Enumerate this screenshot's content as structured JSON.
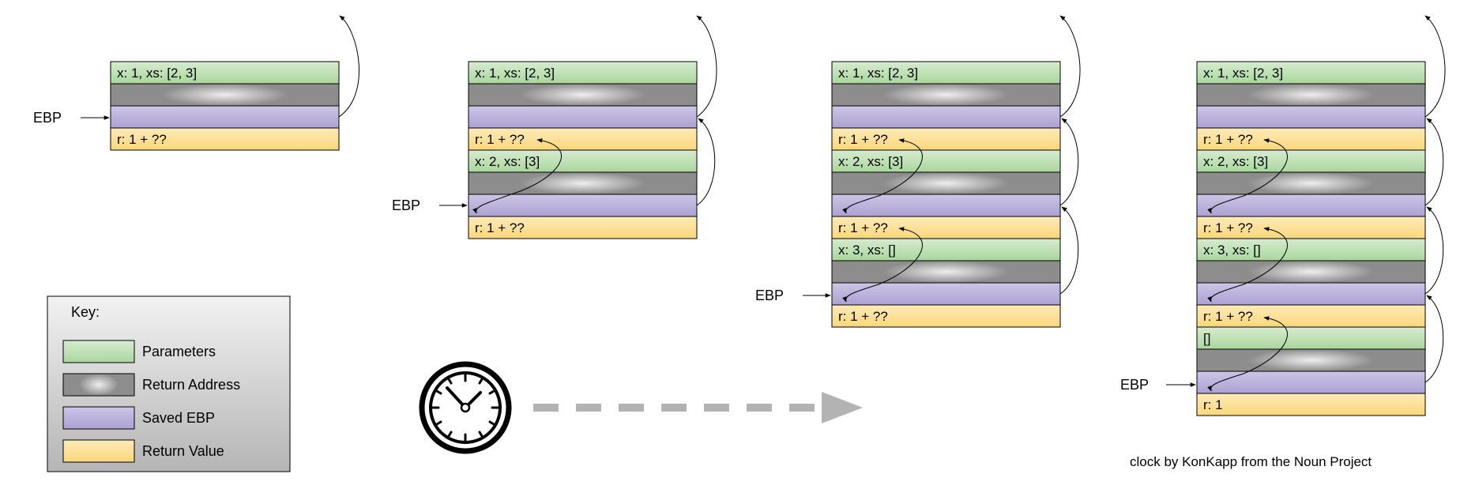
{
  "stacks": [
    {
      "ebp_label": "EBP",
      "frames": [
        {
          "param": "x: 1, xs: [2, 3]",
          "ret": "r: 1 + ??"
        }
      ]
    },
    {
      "ebp_label": "EBP",
      "frames": [
        {
          "param": "x: 1, xs: [2, 3]",
          "ret": "r: 1 + ??"
        },
        {
          "param": "x: 2, xs: [3]",
          "ret": "r: 1 + ??"
        }
      ]
    },
    {
      "ebp_label": "EBP",
      "frames": [
        {
          "param": "x: 1, xs: [2, 3]",
          "ret": "r: 1 + ??"
        },
        {
          "param": "x: 2, xs: [3]",
          "ret": "r: 1 + ??"
        },
        {
          "param": "x: 3, xs: []",
          "ret": "r: 1 + ??"
        }
      ]
    },
    {
      "ebp_label": "EBP",
      "frames": [
        {
          "param": "x: 1, xs: [2, 3]",
          "ret": "r: 1 + ??"
        },
        {
          "param": "x: 2, xs: [3]",
          "ret": "r: 1 + ??"
        },
        {
          "param": "x: 3, xs: []",
          "ret": "r: 1 + ??"
        },
        {
          "param": "[]",
          "ret": "r: 1"
        }
      ]
    }
  ],
  "key": {
    "title": "Key:",
    "items": [
      {
        "label": "Parameters",
        "kind": "param"
      },
      {
        "label": "Return Address",
        "kind": "retaddr"
      },
      {
        "label": "Saved EBP",
        "kind": "ebp"
      },
      {
        "label": "Return Value",
        "kind": "retval"
      }
    ]
  },
  "clock_icon": "clock-icon",
  "time_arrow_icon": "dashed-arrow-icon",
  "credit": "clock by KonKapp from the Noun Project",
  "colors": {
    "param_fill": "#a9d69d",
    "param_edge": "#d7ecd0",
    "retval_fill": "#fbd779",
    "retval_edge": "#fdebba",
    "ebp_fill": "#aca1d3",
    "ebp_edge": "#cdc5e5",
    "retaddr_center": "#e8e8e8",
    "retaddr_edge": "#8d8d8d",
    "key_bg_top": "#f2f2f2",
    "key_bg_bottom": "#b5b5b5",
    "arrow_gray": "#b3b3b3"
  }
}
